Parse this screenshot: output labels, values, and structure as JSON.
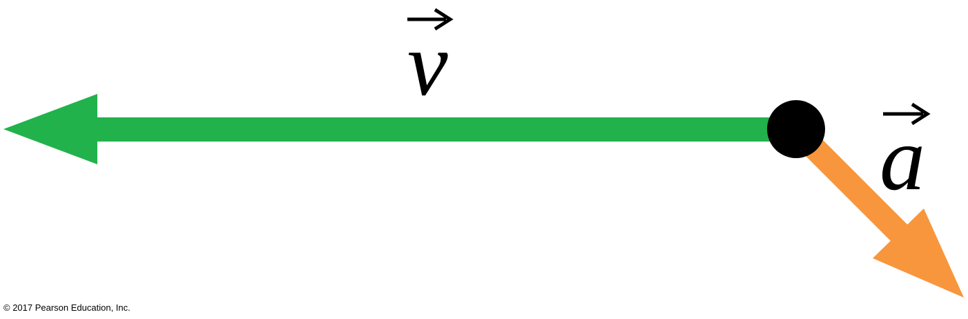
{
  "diagram": {
    "velocity": {
      "label": "v",
      "color": "#22b24c"
    },
    "acceleration": {
      "label": "a",
      "color": "#f7963d"
    },
    "particle": {
      "color": "#000000"
    }
  },
  "copyright": "© 2017 Pearson Education, Inc."
}
